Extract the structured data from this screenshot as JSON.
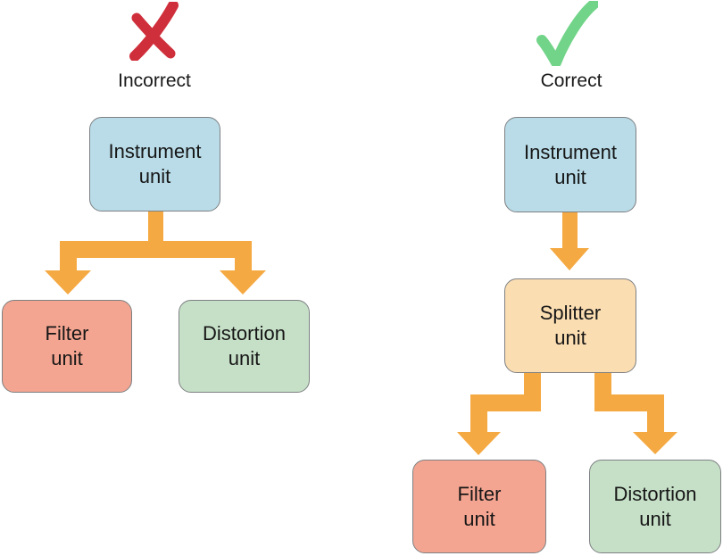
{
  "diagram": {
    "incorrect_panel": {
      "label": "Incorrect",
      "icon": "x-mark",
      "nodes": {
        "instrument": {
          "line1": "Instrument",
          "line2": "unit"
        },
        "filter": {
          "line1": "Filter",
          "line2": "unit"
        },
        "distortion": {
          "line1": "Distortion",
          "line2": "unit"
        }
      }
    },
    "correct_panel": {
      "label": "Correct",
      "icon": "check-mark",
      "nodes": {
        "instrument": {
          "line1": "Instrument",
          "line2": "unit"
        },
        "splitter": {
          "line1": "Splitter",
          "line2": "unit"
        },
        "filter": {
          "line1": "Filter",
          "line2": "unit"
        },
        "distortion": {
          "line1": "Distortion",
          "line2": "unit"
        }
      }
    },
    "colors": {
      "instrument_fill": "#b9dce8",
      "filter_fill": "#f4a591",
      "distortion_fill": "#c6e0c7",
      "splitter_fill": "#fbddb2",
      "arrow": "#f5a942",
      "incorrect_mark": "#cf2f3b",
      "correct_mark": "#72d489",
      "node_border": "#7e8083",
      "text": "#1a1a1a"
    }
  }
}
